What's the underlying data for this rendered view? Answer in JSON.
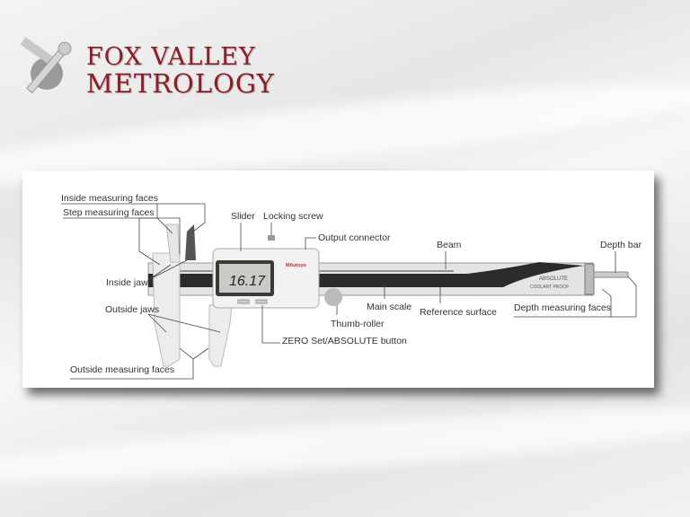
{
  "logo": {
    "line1": "FOX VALLEY",
    "line2": "METROLOGY"
  },
  "diagram": {
    "display_reading": "16.17",
    "brand": "Mitutoyo",
    "beam_text": [
      "ABSOLUTE",
      "COOLANT PROOF"
    ],
    "labels": {
      "inside_measuring_faces": "Inside measuring faces",
      "step_measuring_faces": "Step measuring faces",
      "slider": "Slider",
      "locking_screw": "Locking screw",
      "output_connector": "Output connector",
      "beam": "Beam",
      "depth_bar": "Depth bar",
      "inside_jaws": "Inside jaws",
      "outside_jaws": "Outside jaws",
      "main_scale": "Main scale",
      "reference_surface": "Reference surface",
      "thumb_roller": "Thumb-roller",
      "depth_measuring_faces": "Depth measuring faces",
      "zero_set_button": "ZERO Set/ABSOLUTE button",
      "outside_measuring_faces": "Outside measuring faces"
    }
  }
}
